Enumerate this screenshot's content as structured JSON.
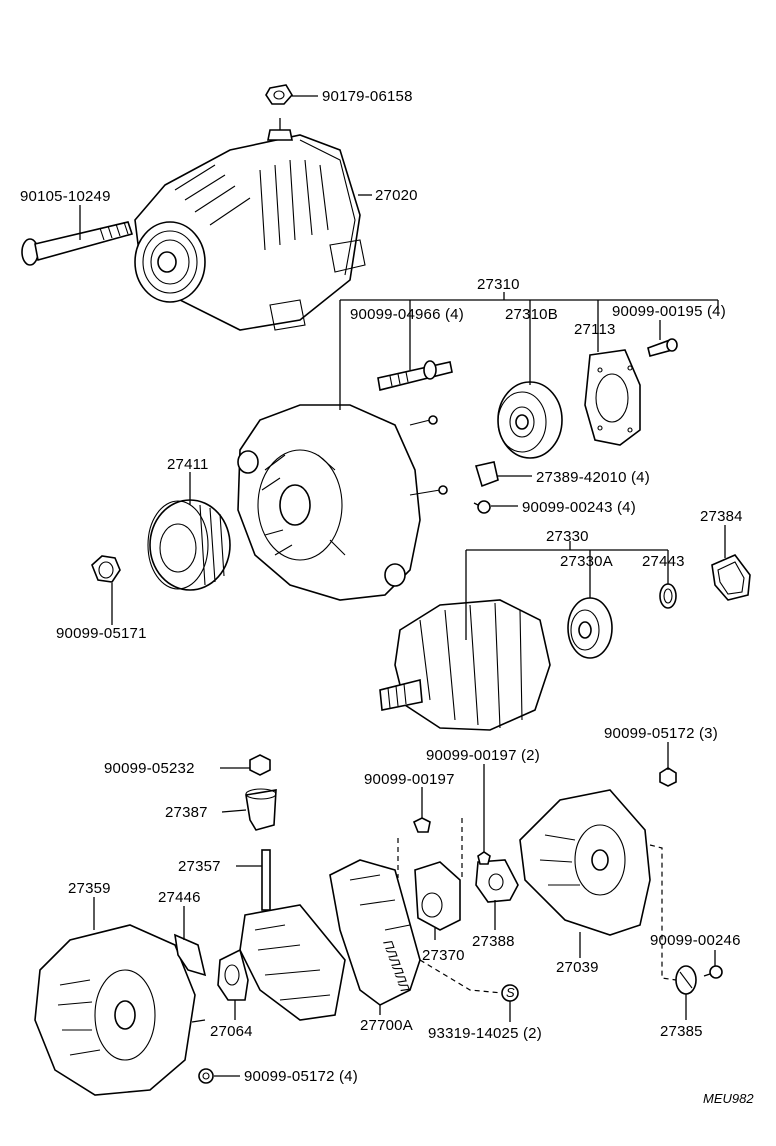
{
  "diagram": {
    "code": "MEU982",
    "labels": {
      "p90179_06158": "90179-06158",
      "p90105_10249": "90105-10249",
      "p27020": "27020",
      "p27310": "27310",
      "p90099_04966": "90099-04966 (4)",
      "p27310B": "27310B",
      "p90099_00195": "90099-00195 (4)",
      "p27113": "27113",
      "p27389_42010": "27389-42010 (4)",
      "p90099_00243": "90099-00243 (4)",
      "p27411": "27411",
      "p27384": "27384",
      "p27330": "27330",
      "p27330A": "27330A",
      "p27443": "27443",
      "p90099_05171": "90099-05171",
      "p90099_05172_3": "90099-05172 (3)",
      "p90099_00197_2": "90099-00197 (2)",
      "p90099_05232": "90099-05232",
      "p90099_00197": "90099-00197",
      "p27387": "27387",
      "p27357": "27357",
      "p27359": "27359",
      "p27446": "27446",
      "p27370": "27370",
      "p27388": "27388",
      "p27039": "27039",
      "p90099_00246": "90099-00246",
      "p27064": "27064",
      "p27700A": "27700A",
      "p93319_14025": "93319-14025 (2)",
      "p27385": "27385",
      "p90099_05172_4": "90099-05172 (4)"
    }
  }
}
